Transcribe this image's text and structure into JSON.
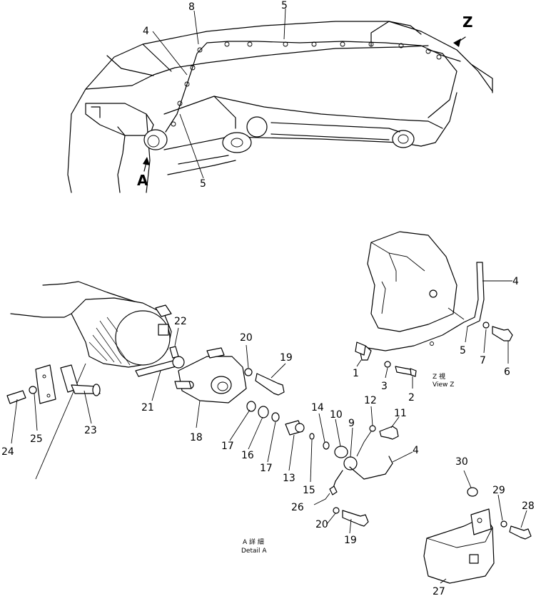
{
  "view_markers": {
    "a": "A",
    "z": "Z"
  },
  "captions": {
    "view_z_jp": "Z  視",
    "view_z_en": "View Z",
    "detail_a_jp": "A  詳  細",
    "detail_a_en": "Detail  A"
  },
  "callouts": {
    "top_8": "8",
    "top_5a": "5",
    "top_4": "4",
    "top_5b": "5",
    "p4_viewz": "4",
    "p5_viewz": "5",
    "p7": "7",
    "p6": "6",
    "p1": "1",
    "p3": "3",
    "p2": "2",
    "p22": "22",
    "p20a": "20",
    "p19a": "19",
    "p21": "21",
    "p18": "18",
    "p23": "23",
    "p24": "24",
    "p25": "25",
    "p17a": "17",
    "p16": "16",
    "p17b": "17",
    "p13": "13",
    "p14": "14",
    "p15": "15",
    "p10": "10",
    "p9": "9",
    "p12": "12",
    "p11": "11",
    "p4_detail": "4",
    "p26": "26",
    "p20b": "20",
    "p19b": "19",
    "p30": "30",
    "p29": "29",
    "p28": "28",
    "p27": "27"
  }
}
